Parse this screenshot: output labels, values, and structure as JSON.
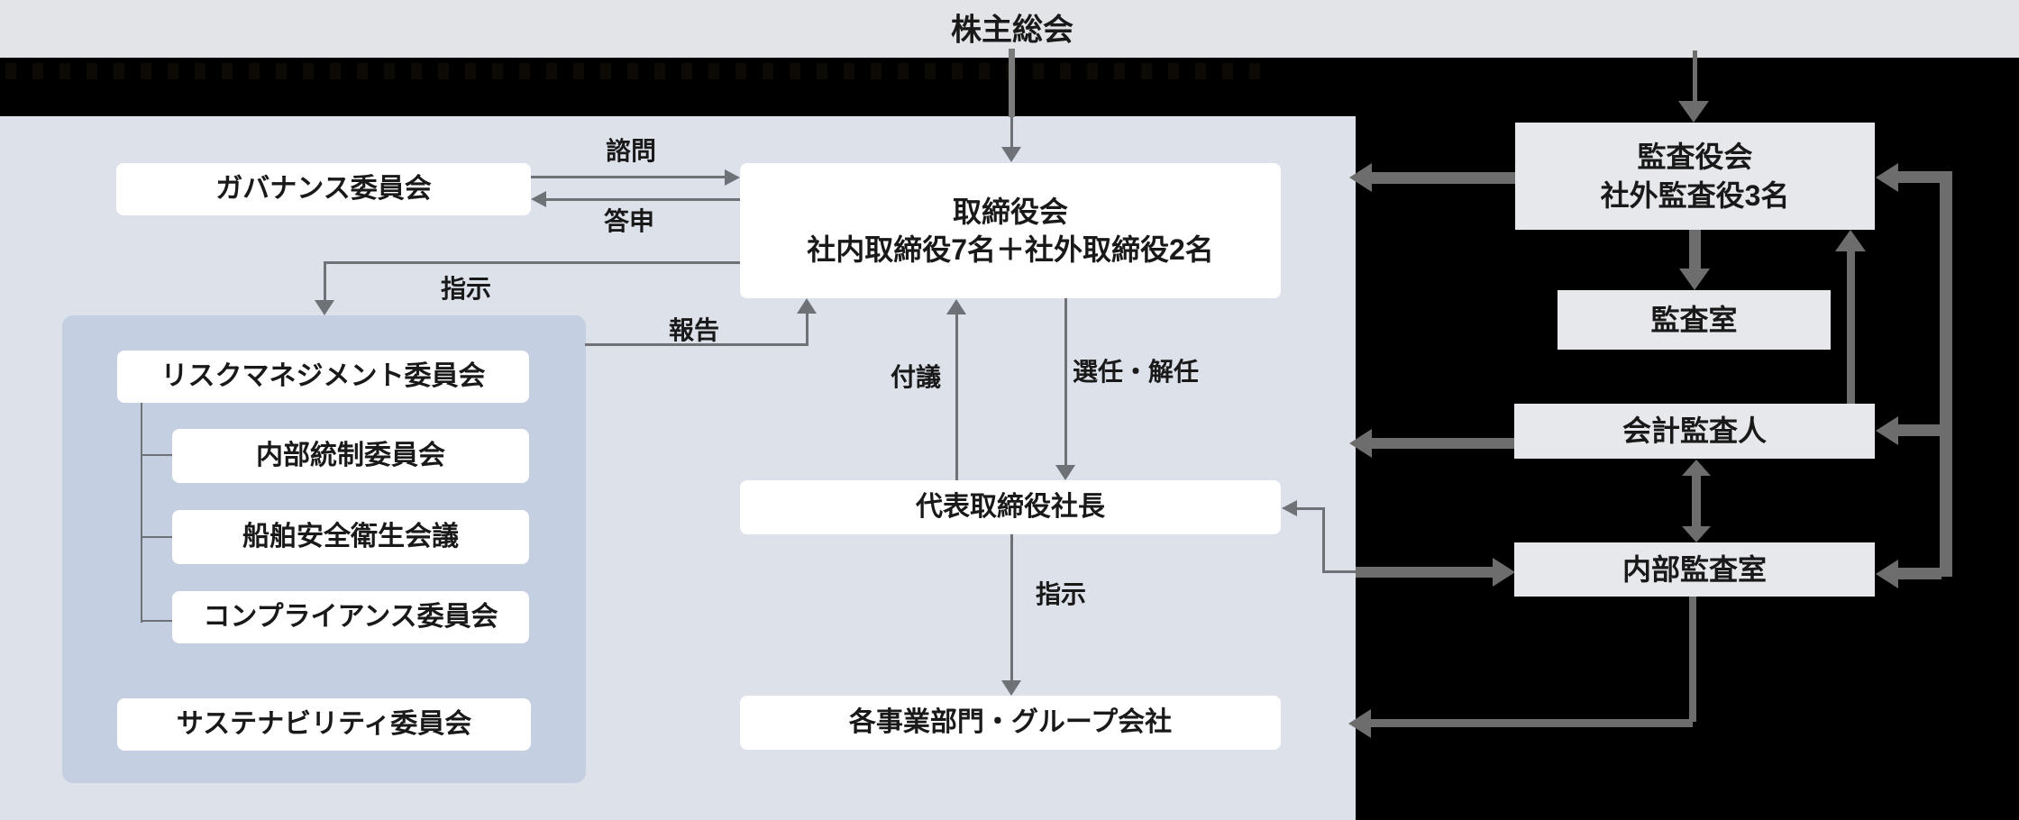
{
  "diagram_title": "株主総会",
  "nodes": {
    "governance": "ガバナンス委員会",
    "board_line1": "取締役会",
    "board_line2": "社内取締役7名＋社外取締役2名",
    "risk": "リスクマネジメント委員会",
    "internal_control": "内部統制委員会",
    "ship_safety": "船舶安全衛生会議",
    "compliance": "コンプライアンス委員会",
    "sustainability": "サステナビリティ委員会",
    "president": "代表取締役社長",
    "divisions": "各事業部門・グループ会社",
    "audit_board_line1": "監査役会",
    "audit_board_line2": "社外監査役3名",
    "audit_office": "監査室",
    "accounting_auditor": "会計監査人",
    "internal_audit": "内部監査室"
  },
  "edge_labels": {
    "consultation": "諮問",
    "reply": "答申",
    "instruction_committees": "指示",
    "report": "報告",
    "submission": "付議",
    "appointment_dismissal": "選任・解任",
    "instruction_divisions": "指示"
  },
  "colors": {
    "top_band": "#e3e4e7",
    "redaction_black": "#000000",
    "main_background": "#dce1ea",
    "panel_background": "#c4cfe1",
    "node_white": "#ffffff",
    "node_gray": "#e7e8ec",
    "line_thin": "#6e7277",
    "line_thick": "#6d6d6d",
    "text": "#191919"
  }
}
